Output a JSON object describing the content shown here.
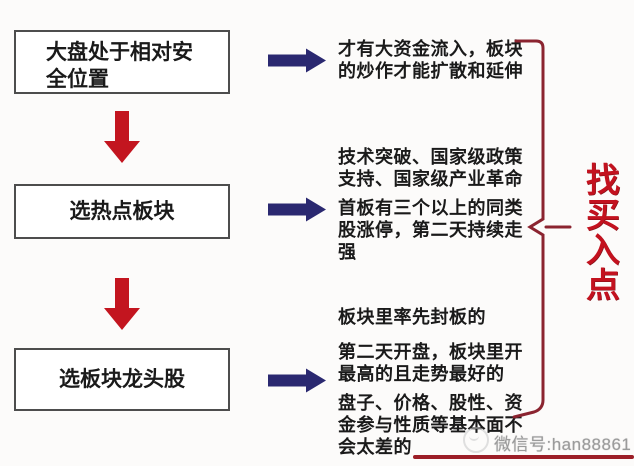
{
  "title": "选股流程图 (stock selection flow)",
  "colors": {
    "red_arrow": "#c3151f",
    "blue_arrow": "#2a2870",
    "brace": "#8b2430",
    "side_label_red": "#c3121f",
    "box_border": "#4d4d4d",
    "watermark_gray": "#9b9b9b"
  },
  "steps": [
    {
      "label": "大盘处于相对安\n全位置"
    },
    {
      "label": "选热点板块"
    },
    {
      "label": "选板块龙头股"
    }
  ],
  "details": [
    {
      "text": "才有大资金流入，板块\n的炒作才能扩散和延伸"
    },
    {
      "text": "技术突破、国家级政策\n支持、国家级产业革命"
    },
    {
      "text": "首板有三个以上的同类\n股涨停，第二天持续走\n强"
    },
    {
      "text": "板块里率先封板的"
    },
    {
      "text": "第二天开盘，板块里开\n最高的且走势最好的"
    },
    {
      "text": "盘子、价格、股性、资\n金参与性质等基本面不\n会太差的"
    }
  ],
  "side_label": "找买入点",
  "watermark": "微信号:han88861",
  "icons": {
    "down_arrow": "red-down-arrow",
    "right_arrow": "navy-right-arrow",
    "brace": "right-curly-brace",
    "watermark_logo": "faint-circle-logo"
  }
}
